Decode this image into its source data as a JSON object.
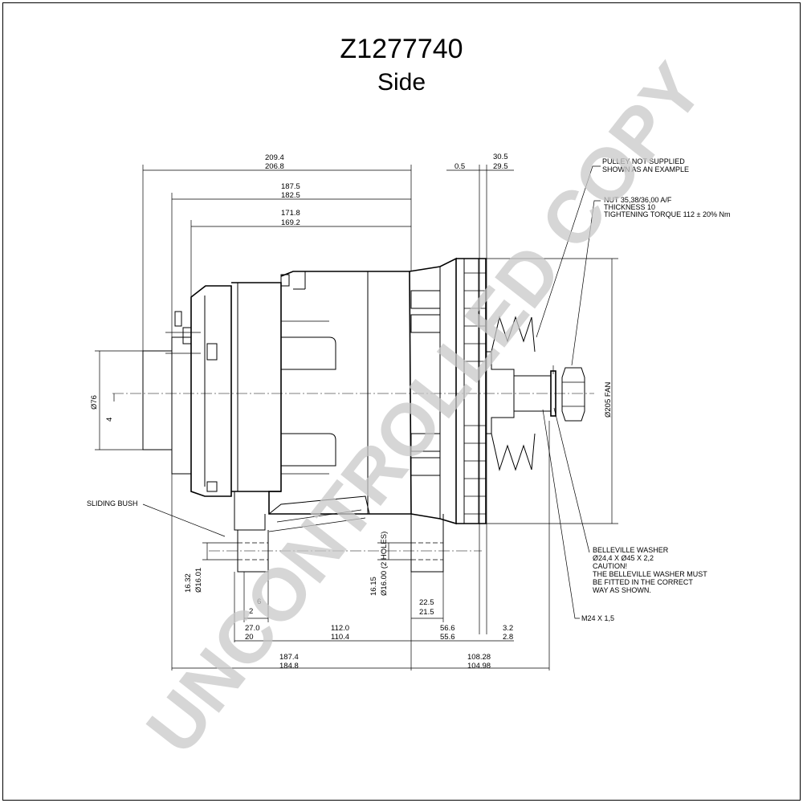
{
  "title": {
    "part_number": "Z1277740",
    "view": "Side"
  },
  "watermark": "UNCONTROLLED COPY",
  "dimensions": {
    "overall_a": [
      "209.4",
      "206.8"
    ],
    "overall_b": [
      "187.5",
      "182.5"
    ],
    "overall_c": [
      "171.8",
      "169.2"
    ],
    "gap": "0.5",
    "pulley_width": [
      "30.5",
      "29.5"
    ],
    "shaft_dia": "Ø76",
    "offset": "4",
    "bush_height": "16.32",
    "bush_dia": "Ø16.01",
    "hole_height": "16.15",
    "hole_dia": "Ø16.00 (2 HOLES)",
    "small_a": [
      "2",
      "6"
    ],
    "foot_a": [
      "27.0",
      "20"
    ],
    "foot_span": [
      "112.0",
      "110.4"
    ],
    "foot_b": [
      "22.5",
      "21.5"
    ],
    "front_a": [
      "56.6",
      "55.6"
    ],
    "front_b": [
      "3.2",
      "2.8"
    ],
    "base_span": [
      "187.4",
      "184.8"
    ],
    "base_front": [
      "108.28",
      "104.98"
    ],
    "fan_dia": "Ø205 FAN"
  },
  "notes": {
    "pulley": [
      "PULLEY NOT SUPPLIED",
      "SHOWN AS AN EXAMPLE"
    ],
    "nut": [
      "NUT 35,38/36,00 A/F",
      "THICKNESS 10",
      "TIGHTENING TORQUE 112 ± 20% Nm"
    ],
    "sliding_bush": "SLIDING BUSH",
    "washer": [
      "BELLEVILLE WASHER",
      "Ø24,4 X Ø45 X 2,2",
      "CAUTION!",
      "THE BELLEVILLE WASHER MUST",
      "BE FITTED IN THE CORRECT",
      "WAY AS SHOWN."
    ],
    "thread": "M24 X 1,5"
  }
}
